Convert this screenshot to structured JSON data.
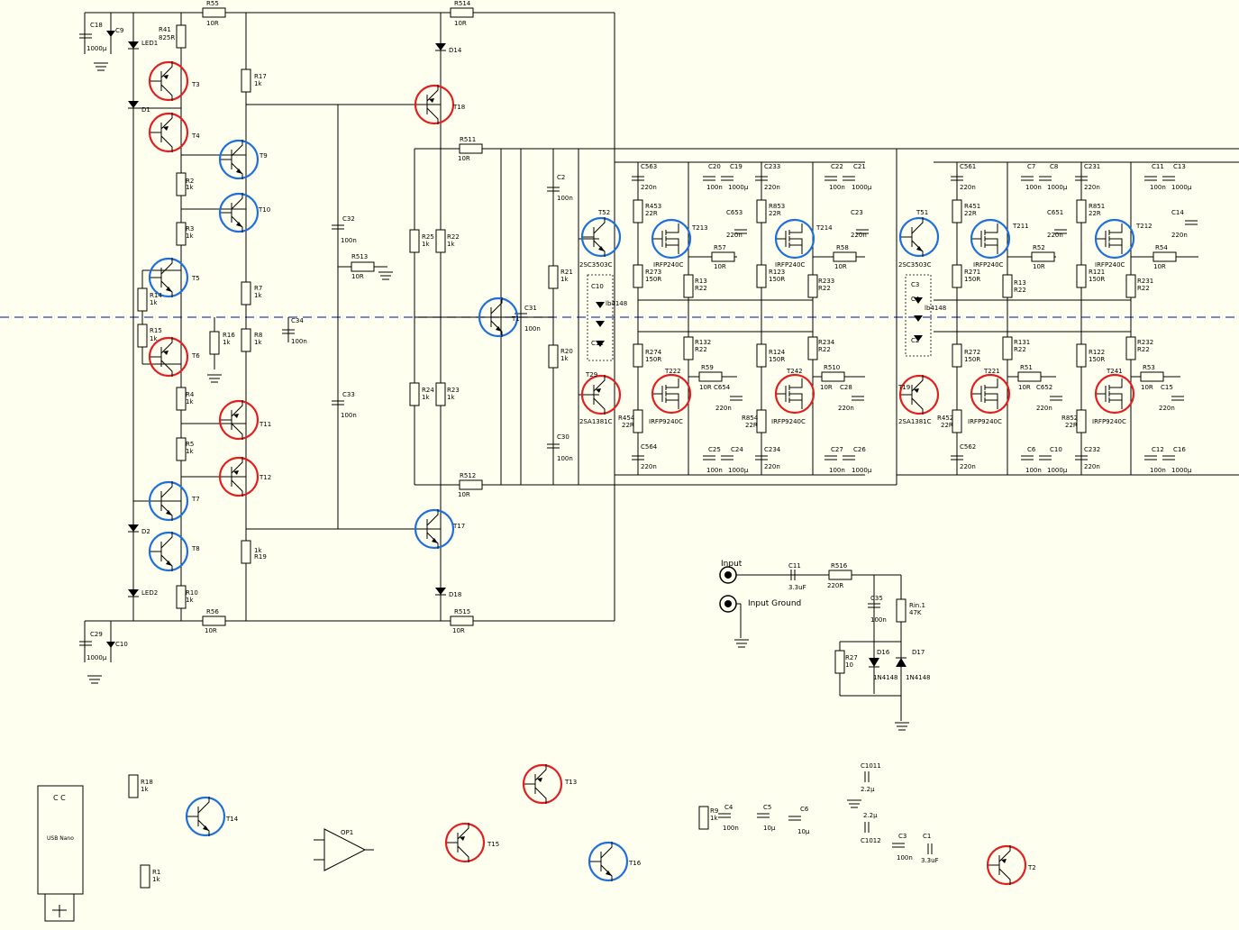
{
  "labels": {
    "R55": "R55",
    "R55v": "10R",
    "R514": "R514",
    "R514v": "10R",
    "C18": "C18",
    "C18v": "1000µ",
    "C9x": "C9",
    "R41": "R41",
    "R41v": "825R",
    "LED1": "LED1",
    "T3": "T3",
    "D1": "D1",
    "T4": "T4",
    "T9": "T9",
    "T10": "T10",
    "R17": "R17",
    "R17v": "1k",
    "D14": "D14",
    "T18": "T18",
    "R2": "R2",
    "R2v": "1k",
    "R3": "R3",
    "R3v": "1k",
    "T5": "T5",
    "R14": "R14",
    "R14v": "1k",
    "R15": "R15",
    "R15v": "1k",
    "T6": "T6",
    "R16": "R16",
    "R16v": "1k",
    "R7": "R7",
    "R7v": "1k",
    "R8": "R8",
    "R8v": "1k",
    "C34": "C34",
    "C34v": "100n",
    "R4": "R4",
    "R4v": "1k",
    "R5": "R5",
    "R5v": "1k",
    "T11": "T11",
    "T12": "T12",
    "T7": "T7",
    "D2": "D2",
    "T8": "T8",
    "R19a": "1k",
    "R19": "R19",
    "LED2": "LED2",
    "R10": "R10",
    "R10v": "1k",
    "R56": "R56",
    "R56v": "10R",
    "C29": "C29",
    "C29v": "1000µ",
    "C10x": "C10",
    "C32": "C32",
    "C32v": "100n",
    "R513": "R513",
    "R513v": "10R",
    "C33": "C33",
    "C33v": "100n",
    "R511": "R511",
    "R511v": "10R",
    "R512": "R512",
    "R512v": "10R",
    "T17": "T17",
    "D18": "D18",
    "R515": "R515",
    "R515v": "10R",
    "R25": "R25",
    "R25v": "1k",
    "R22": "R22",
    "R22v": "1k",
    "R24": "R24",
    "R24v": "1k",
    "R23": "R23",
    "R23v": "1k",
    "T1x": "T1",
    "C31": "C31",
    "C31v": "100n",
    "C2": "C2",
    "C2v": "100n",
    "R21": "R21",
    "R21v": "1k",
    "R20": "R20",
    "R20v": "1k",
    "C30": "C30",
    "C30v": "100n",
    "T52": "T52",
    "T52t": "2SC3503C",
    "T29": "T29",
    "T29t": "2SA1381C",
    "T51": "T51",
    "T51t": "2SC3503C",
    "T19": "T19",
    "T19t": "2SA1381C",
    "C563": "C563",
    "C563v": "220n",
    "R453": "R453",
    "R453v": "22R",
    "R273": "R273",
    "R273v": "150R",
    "C20": "C20",
    "C20v": "100n",
    "C19": "C19",
    "C19v": "1000µ",
    "T213": "T213",
    "C653": "C653",
    "C653v": "220n",
    "R57": "R57",
    "R57v": "10R",
    "IRFP240C": "IRFP240C",
    "R13a": "R13",
    "R13av": "R22",
    "C233": "C233",
    "C233v": "220n",
    "R853": "R853",
    "R853v": "22R",
    "R123": "R123",
    "R123v": "150R",
    "C22": "C22",
    "C22v": "100n",
    "C21": "C21",
    "C21v": "1000µ",
    "T214": "T214",
    "C23": "C23",
    "C23v": "220n",
    "R58": "R58",
    "R58v": "10R",
    "R233": "R233",
    "R233v": "R22",
    "C274": "R274",
    "C274v": "150R",
    "R132": "R132",
    "R132v": "R22",
    "R124": "R124",
    "R124v": "150R",
    "R234": "R234",
    "R234v": "R22",
    "T222": "T222",
    "R59": "R59",
    "R59v": "10R",
    "C654": "C654",
    "C654v": "220n",
    "T242": "T242",
    "R510": "R510",
    "R510v": "10R",
    "C28": "C28",
    "C28v": "220n",
    "IRFP9240C": "IRFP9240C",
    "R454": "R454",
    "R454v": "22R",
    "R854": "R854",
    "R854v": "22R",
    "C564": "C564",
    "C564v": "220n",
    "C25": "C25",
    "C25v": "100n",
    "C24": "C24",
    "C24v": "1000µ",
    "C234": "C234",
    "C234v": "220n",
    "C27": "C27",
    "C27v": "100n",
    "C26": "C26",
    "C26v": "1000µ",
    "C561": "C561",
    "C561v": "220n",
    "R451": "R451",
    "R451v": "22R",
    "R271": "R271",
    "R271v": "150R",
    "C7": "C7",
    "C7v": "100n",
    "C8": "C8",
    "C8v": "1000µ",
    "T211": "T211",
    "C651": "C651",
    "C651v": "220n",
    "R52": "R52",
    "R52v": "10R",
    "R13b": "R13",
    "R13bv": "R22",
    "C231": "C231",
    "C231v": "220n",
    "R851": "R851",
    "R851v": "22R",
    "R121": "R121",
    "R121v": "150R",
    "C11": "C11",
    "C11v": "100n",
    "C13": "C13",
    "C13v": "1000µ",
    "T212": "T212",
    "C14": "C14",
    "C14v": "220n",
    "R54": "R54",
    "R54v": "10R",
    "R231": "R231",
    "R231v": "R22",
    "R272": "R272",
    "R272v": "150R",
    "R131": "R131",
    "R131v": "R22",
    "R122": "R122",
    "R122v": "150R",
    "R232": "R232",
    "R232v": "R22",
    "T221": "T221",
    "R51": "R51",
    "R51v": "10R",
    "C652": "C652",
    "C652v": "220n",
    "T241": "T241",
    "R53": "R53",
    "R53v": "10R",
    "C15": "C15",
    "C15v": "220n",
    "R452": "R452",
    "R452v": "22R",
    "R852": "R852",
    "R852v": "22R",
    "C562": "C562",
    "C562v": "220n",
    "C6": "C6",
    "C6v": "100n",
    "C10": "C10",
    "C10v": "1000µ",
    "C232": "C232",
    "C232v": "220n",
    "C12": "C12",
    "C12v": "100n",
    "C16": "C16",
    "C16v": "1000µ",
    "C10d": "C10",
    "C11d": "C11",
    "D148a": "lb4148",
    "C3d": "C3",
    "C4d": "C4",
    "C2d": "C2",
    "Input": "Input",
    "InputGround": "Input Ground",
    "C11in": "C11",
    "C11inv": "3.3uF",
    "R516": "R516",
    "R516v": "220R",
    "C35": "C35",
    "C35v": "100n",
    "Rin1": "Rin.1",
    "Rin1v": "47K",
    "R27": "R27",
    "R27v": "10",
    "D16": "D16",
    "D16v": "1N4148",
    "D17": "D17",
    "D17v": "1N4148",
    "R18": "R18",
    "R18v": "1k",
    "T14": "T14",
    "R1": "R1",
    "R1v": "1k",
    "CC": "C C",
    "USBNano": "USB Nano",
    "OP1": "OP1",
    "T15": "T15",
    "T13": "T13",
    "T16": "T16",
    "R9": "R9",
    "R9v": "1k",
    "C4": "C4",
    "C4v": "100n",
    "C5": "C5",
    "C5v": "10µ",
    "C6b": "C6",
    "C6bv": "10µ",
    "C1011": "C1011",
    "C1011v": "2.2µ",
    "C1012": "C1012",
    "C1012v": "2.2µ",
    "C3": "C3",
    "C3v": "100n",
    "C1": "C1",
    "C1v": "3.3uF",
    "T2": "T2"
  },
  "colors": {
    "npn_ring": "#1e6fd9",
    "pnp_ring": "#e02020",
    "midline": "#2b3fc7",
    "background": "#fffff0"
  }
}
